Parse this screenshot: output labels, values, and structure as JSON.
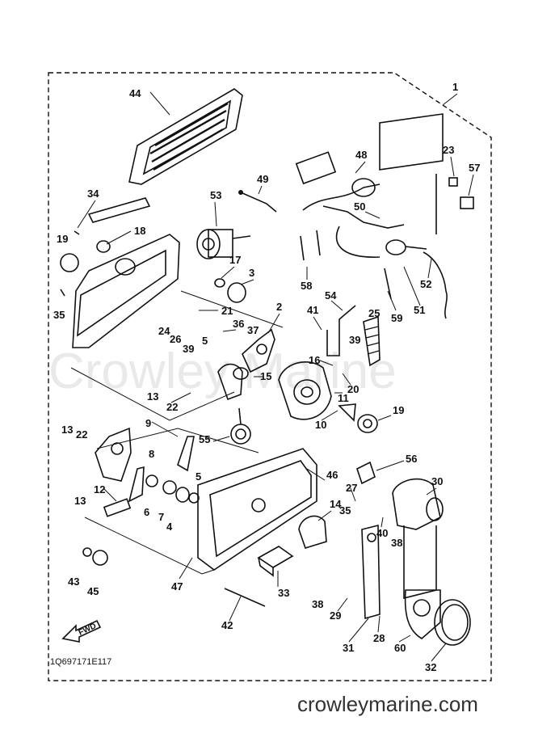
{
  "diagram": {
    "watermark": "Crowley Marine",
    "drawing_code": "1Q697171E117",
    "fwd_label": "FWD",
    "site_label": "crowleymarine.com",
    "callouts": [
      {
        "id": "c1",
        "label": "1"
      },
      {
        "id": "c44",
        "label": "44"
      },
      {
        "id": "c48",
        "label": "48"
      },
      {
        "id": "c23",
        "label": "23"
      },
      {
        "id": "c57",
        "label": "57"
      },
      {
        "id": "c49",
        "label": "49"
      },
      {
        "id": "c34",
        "label": "34"
      },
      {
        "id": "c53",
        "label": "53"
      },
      {
        "id": "c50",
        "label": "50"
      },
      {
        "id": "c19a",
        "label": "19"
      },
      {
        "id": "c18",
        "label": "18"
      },
      {
        "id": "c17",
        "label": "17"
      },
      {
        "id": "c3",
        "label": "3"
      },
      {
        "id": "c35a",
        "label": "35"
      },
      {
        "id": "c58",
        "label": "58"
      },
      {
        "id": "c52",
        "label": "52"
      },
      {
        "id": "c51",
        "label": "51"
      },
      {
        "id": "c59",
        "label": "59"
      },
      {
        "id": "c54",
        "label": "54"
      },
      {
        "id": "c41",
        "label": "41"
      },
      {
        "id": "c25",
        "label": "25"
      },
      {
        "id": "c21",
        "label": "21"
      },
      {
        "id": "c2",
        "label": "2"
      },
      {
        "id": "c24",
        "label": "24"
      },
      {
        "id": "c26",
        "label": "26"
      },
      {
        "id": "c39a",
        "label": "39"
      },
      {
        "id": "c36",
        "label": "36"
      },
      {
        "id": "c37",
        "label": "37"
      },
      {
        "id": "c5a",
        "label": "5"
      },
      {
        "id": "c39b",
        "label": "39"
      },
      {
        "id": "c16",
        "label": "16"
      },
      {
        "id": "c20",
        "label": "20"
      },
      {
        "id": "c15",
        "label": "15"
      },
      {
        "id": "c13a",
        "label": "13"
      },
      {
        "id": "c22a",
        "label": "22"
      },
      {
        "id": "c11",
        "label": "11"
      },
      {
        "id": "c10",
        "label": "10"
      },
      {
        "id": "c19b",
        "label": "19"
      },
      {
        "id": "c9",
        "label": "9"
      },
      {
        "id": "c13b",
        "label": "13"
      },
      {
        "id": "c22b",
        "label": "22"
      },
      {
        "id": "c55",
        "label": "55"
      },
      {
        "id": "c8",
        "label": "8"
      },
      {
        "id": "c56",
        "label": "56"
      },
      {
        "id": "c46",
        "label": "46"
      },
      {
        "id": "c5b",
        "label": "5"
      },
      {
        "id": "c30",
        "label": "30"
      },
      {
        "id": "c12",
        "label": "12"
      },
      {
        "id": "c27",
        "label": "27"
      },
      {
        "id": "c13c",
        "label": "13"
      },
      {
        "id": "c6",
        "label": "6"
      },
      {
        "id": "c7",
        "label": "7"
      },
      {
        "id": "c4",
        "label": "4"
      },
      {
        "id": "c14",
        "label": "14"
      },
      {
        "id": "c35b",
        "label": "35"
      },
      {
        "id": "c40",
        "label": "40"
      },
      {
        "id": "c38a",
        "label": "38"
      },
      {
        "id": "c43",
        "label": "43"
      },
      {
        "id": "c45",
        "label": "45"
      },
      {
        "id": "c47",
        "label": "47"
      },
      {
        "id": "c33",
        "label": "33"
      },
      {
        "id": "c38b",
        "label": "38"
      },
      {
        "id": "c29",
        "label": "29"
      },
      {
        "id": "c28",
        "label": "28"
      },
      {
        "id": "c42",
        "label": "42"
      },
      {
        "id": "c31",
        "label": "31"
      },
      {
        "id": "c60",
        "label": "60"
      },
      {
        "id": "c32",
        "label": "32"
      }
    ]
  }
}
